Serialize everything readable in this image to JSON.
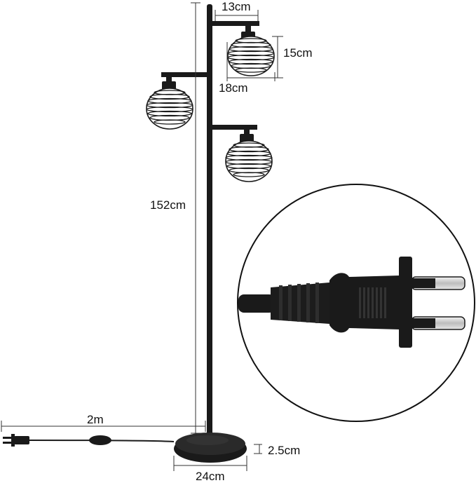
{
  "product": {
    "dimensions": {
      "top_arm_width": "13cm",
      "shade_height": "15cm",
      "shade_width": "18cm",
      "total_height": "152cm",
      "cord_length": "2m",
      "base_height": "2.5cm",
      "base_diameter": "24cm"
    }
  },
  "colors": {
    "lamp_black": "#1a1a1a",
    "dimension_line": "#333333",
    "background": "#ffffff",
    "prong_silver": "#d8d8d8"
  }
}
